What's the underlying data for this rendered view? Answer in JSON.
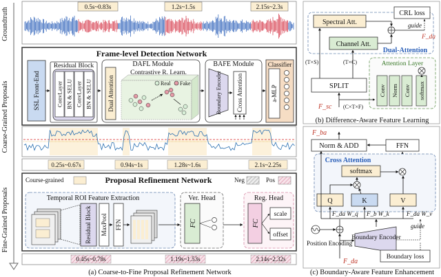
{
  "side": {
    "groundtruth": "Groundtruth",
    "coarse": "Coarse-Grained Proposals",
    "fine": "Fine-Grained Proposals"
  },
  "gt_segments": [
    "0.5s~0.83s",
    "1.2s~1.5s",
    "2.15s~2.3s"
  ],
  "frame_net": {
    "title": "Frame-level Detection Network",
    "ssl": "SSL Front-End",
    "residual_title": "Residual Block",
    "conv": "ConvLayer",
    "bn": "BN & SELU",
    "dafl_title": "DAFL Module",
    "dual_attention": "Dual Attention",
    "contrastive": "Contrastive R. Learn.",
    "real": "Real",
    "fake": "Fake",
    "bafe_title": "BAFE Module",
    "boundary_encoder": "Boundary Encoder",
    "cross_attention": "Cross Attention",
    "classifier": "Classifier",
    "amlp": "a-MLP"
  },
  "coarse_segments": [
    "0.25s~0.67s",
    "0.94s~1s",
    "1.28s~1.6s",
    "2.1s~2.25s"
  ],
  "refine": {
    "coarse_label": "Course-grained",
    "title": "Proposal Refinement Network",
    "neg": "Neg",
    "pos": "Pos",
    "roi_title": "Temporal ROI Feature Extraction",
    "residual_block": "Residual Block",
    "maxpool": "MaxPool",
    "ffn": "FFN",
    "ver_head": "Ver. Head",
    "reg_head": "Reg. Head",
    "fc": "FC",
    "scale": "scale",
    "offset": "offset"
  },
  "fine_segments": [
    "0.45s~0.78s",
    "1.19s~1.53s",
    "2.14s~2.32s"
  ],
  "captions": {
    "a": "(a)  Coarse-to-Fine Proposal Refinement Network",
    "b": "(b)  Difference-Aware Feature Learning",
    "c": "(c)  Boundary-Aware Feature Enhancement"
  },
  "panel_b": {
    "spectral": "Spectral Att.",
    "channel": "Channel Att.",
    "crl_loss": "CRL loss",
    "guide": "guide",
    "f_da": "F_da",
    "dual_attention": "Dual-Attention",
    "attention_layer": "Attention Layer",
    "dim_ts": "(T×S)",
    "dim_tc": "(T×C)",
    "conv": "Conv",
    "norm": "Norm",
    "softmax": "softmax",
    "split": "SPLIT",
    "f_sc": "F_sc",
    "dim_ctf": "(C×T×F)"
  },
  "panel_c": {
    "f_ba": "F_ba",
    "norm_add": "Norm & ADD",
    "ffn": "FFN",
    "cross_attention": "Cross Attention",
    "softmax": "softmax",
    "q": "Q",
    "k": "K",
    "v": "V",
    "fdawq": "F_da W_q",
    "fbwk": "F_b W_k",
    "fdawv": "F_da W_v",
    "guide": "guide",
    "position_encoding": "Position Encoding",
    "boundary_encoder": "Boundary Encoder",
    "boundary_loss": "Boundary loss",
    "f_da": "F_da"
  },
  "colors": {
    "wave_blue": "#2a5fb8",
    "wave_red": "#d63a4a",
    "yellow_box": "#fbeed2",
    "green_box": "#d9ecd3",
    "lavender": "#dcd8ee",
    "light_gray": "#eeeeee",
    "orange_box": "#f6ddc4",
    "blue_box": "#c9daf1",
    "pink": "#f3cfe2"
  }
}
